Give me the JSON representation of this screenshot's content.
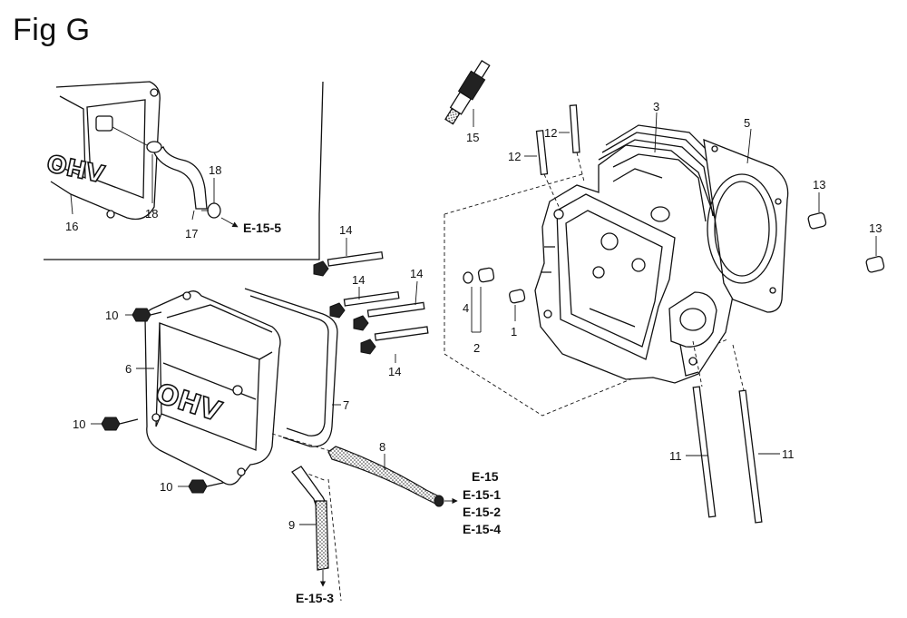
{
  "figure": {
    "title": "Fig G"
  },
  "callouts": {
    "n1": "1",
    "n2": "2",
    "n3": "3",
    "n4": "4",
    "n5": "5",
    "n6": "6",
    "n7": "7",
    "n8": "8",
    "n9": "9",
    "n10": "10",
    "n11": "11",
    "n12": "12",
    "n13": "13",
    "n14": "14",
    "n15": "15",
    "n16": "16",
    "n17": "17",
    "n18": "18"
  },
  "references": {
    "e_15_5": "E-15-5",
    "e_15": "E-15",
    "e_15_1": "E-15-1",
    "e_15_2": "E-15-2",
    "e_15_4": "E-15-4",
    "e_15_3": "E-15-3"
  },
  "embossing": {
    "cover_text": "OHV",
    "inset_text": "OHV"
  },
  "icons": {
    "spark_plug": "spark-plug-icon",
    "bolt": "bolt-icon",
    "stud": "stud-bolt-icon",
    "cap": "cap-nut-icon",
    "arrow": "reference-arrow-icon"
  }
}
